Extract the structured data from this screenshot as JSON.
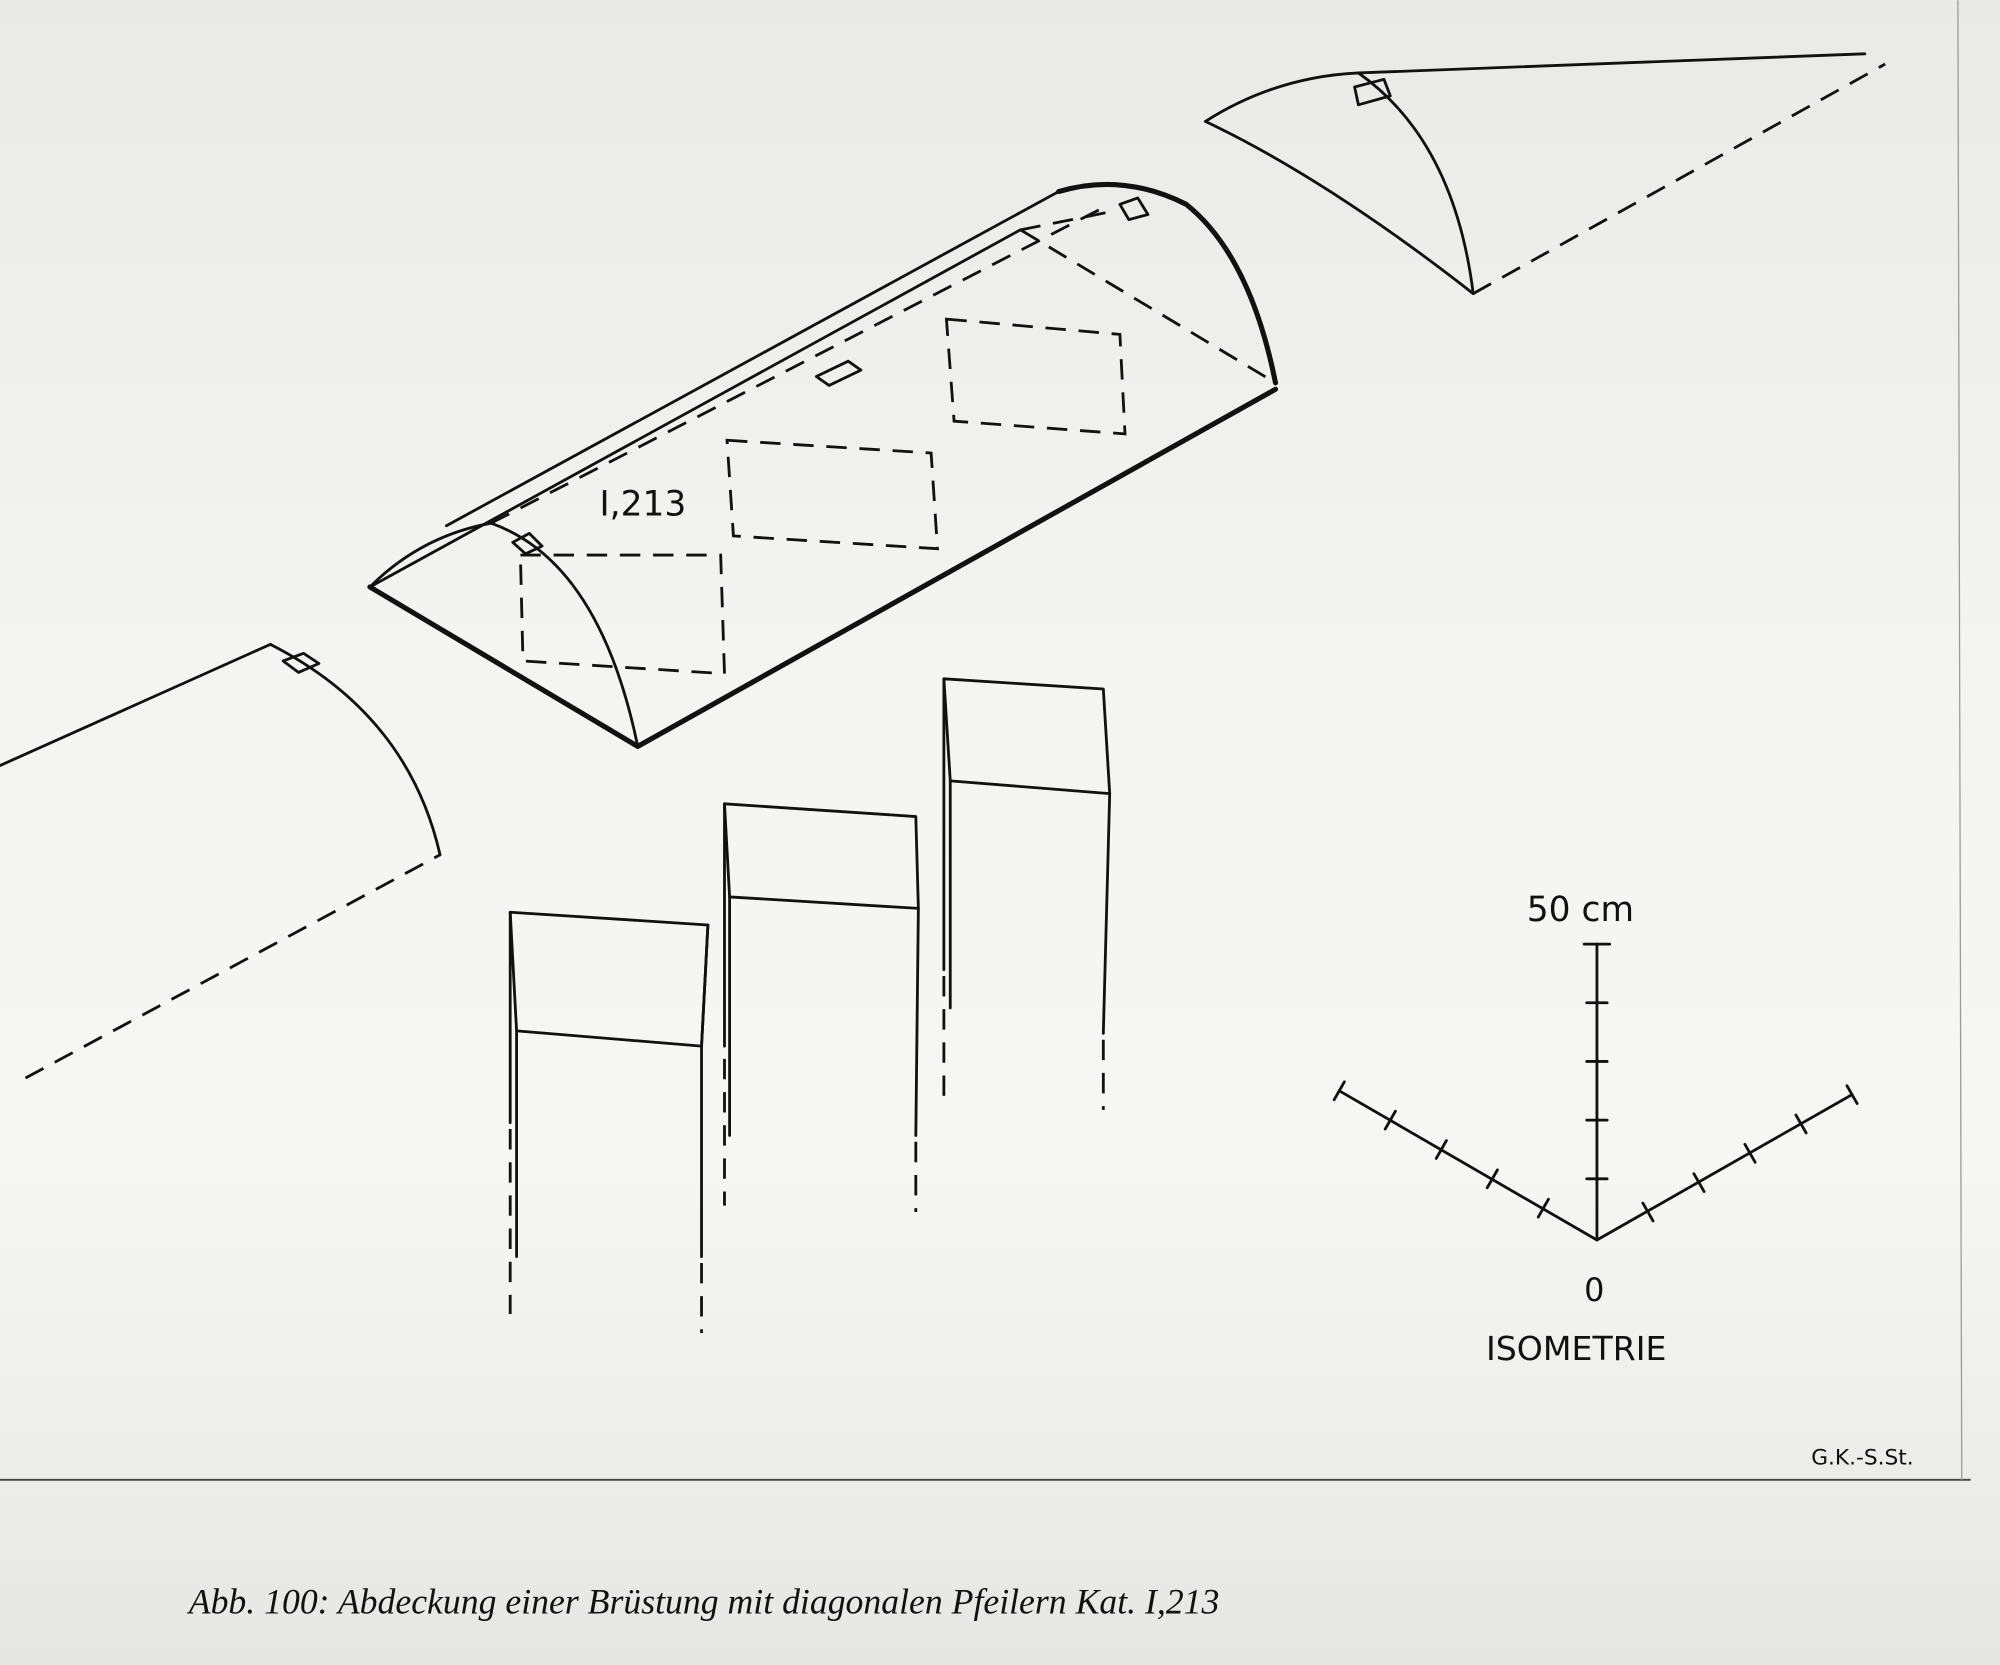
{
  "figure": {
    "label": "I,213",
    "scale": {
      "top_label": "50 cm",
      "origin_label": "0",
      "projection_label": "ISOMETRIE"
    },
    "signature": "G.K.-S.St.",
    "caption": "Abb. 100: Abdeckung einer Brüstung mit diagonalen Pfeilern Kat. I,213"
  }
}
